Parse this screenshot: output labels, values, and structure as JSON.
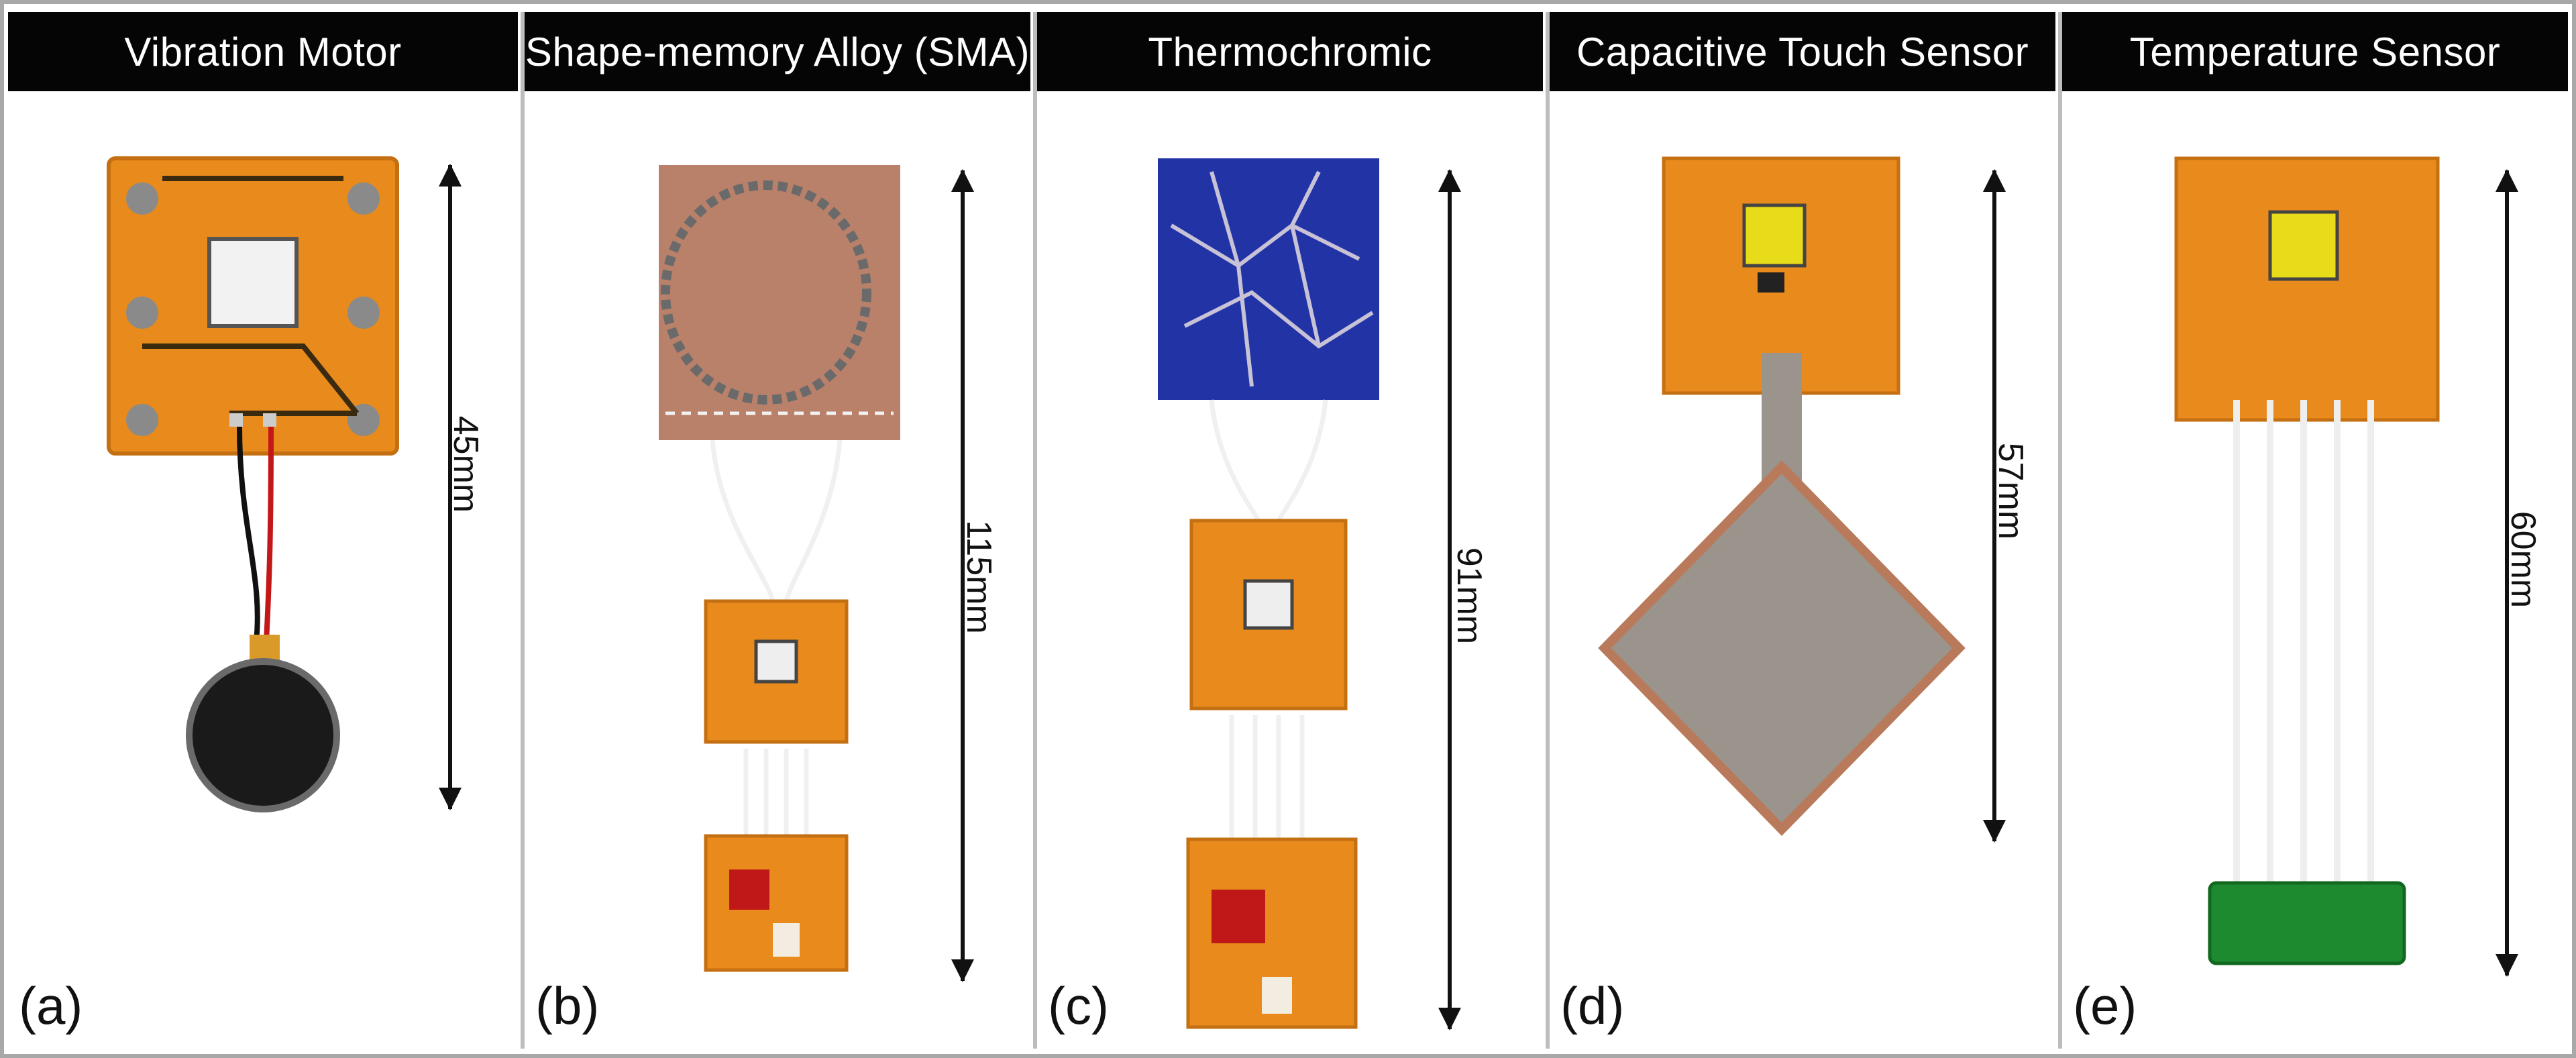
{
  "panels": [
    {
      "title": "Vibration Motor",
      "tag": "(a)",
      "dimension": "45mm"
    },
    {
      "title": "Shape-memory Alloy (SMA)",
      "tag": "(b)",
      "dimension": "115mm"
    },
    {
      "title": "Thermochromic",
      "tag": "(c)",
      "dimension": "91mm"
    },
    {
      "title": "Capacitive Touch Sensor",
      "tag": "(d)",
      "dimension": "57mm"
    },
    {
      "title": "Temperature Sensor",
      "tag": "(e)",
      "dimension": "60mm"
    }
  ],
  "colors": {
    "header_bg": "#050505",
    "pcb_orange": "#e88a1c",
    "pcb_dark": "#b85f10",
    "copper_textile": "#b9806a",
    "thermochromic_blue": "#2233a6",
    "touch_fabric": "#9a948c",
    "pcb_green": "#1e8a2f"
  }
}
